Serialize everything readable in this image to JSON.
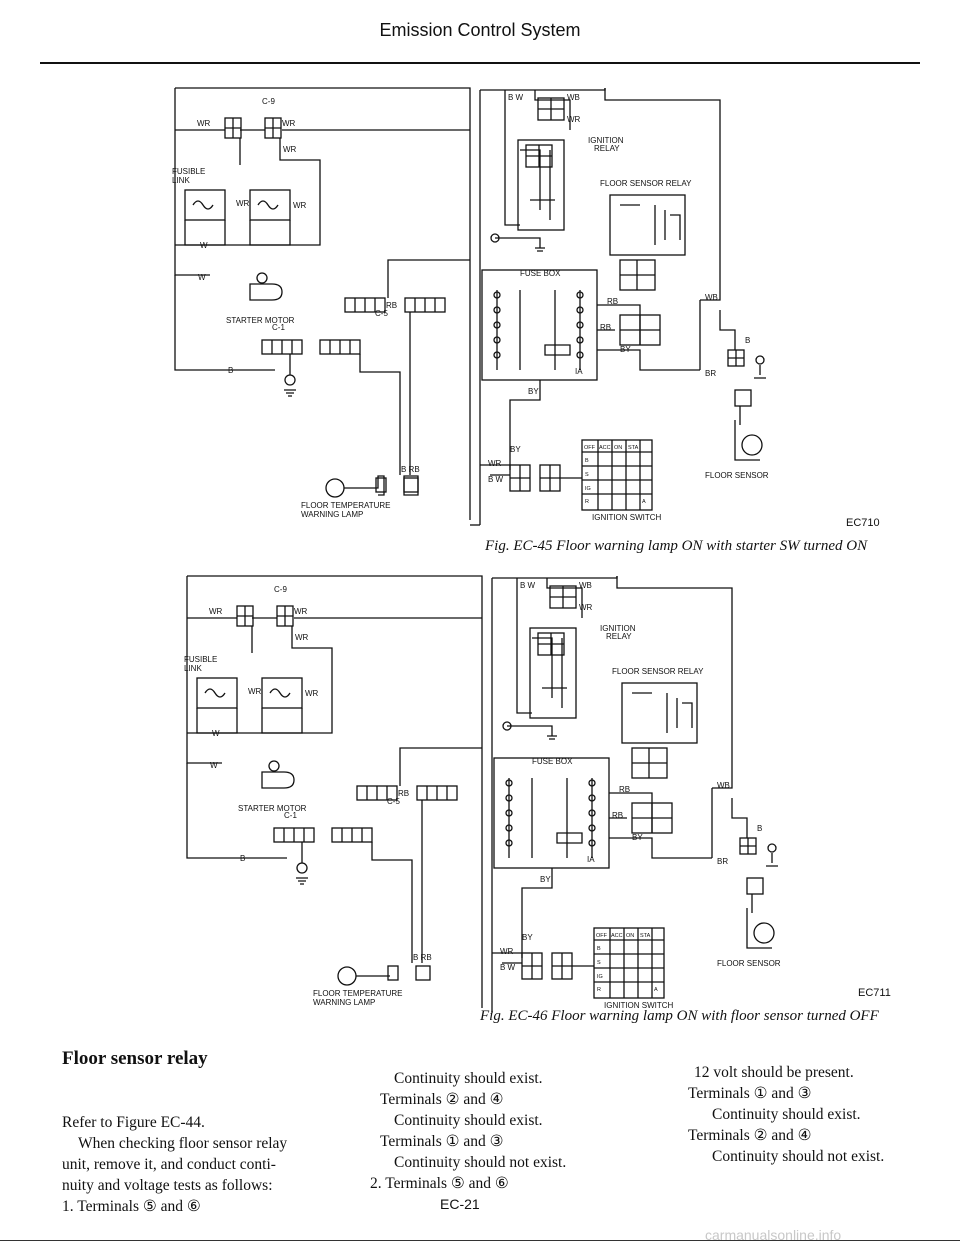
{
  "header": {
    "title": "Emission Control System"
  },
  "diagram1": {
    "labels": {
      "c9": "C-9",
      "wr": "WR",
      "w": "W",
      "b": "B",
      "bw": "B W",
      "wb": "WB",
      "fusible_link": [
        "FUSIBLE",
        "LINK"
      ],
      "starter_motor": "STARTER MOTOR",
      "c1": "C-1",
      "c5": "C-5",
      "rb": "RB",
      "brb": "B RB",
      "floor_temp_lamp": [
        "FLOOR TEMPERATURE",
        "WARNING LAMP"
      ],
      "ignition_relay": [
        "IGNITION",
        "RELAY"
      ],
      "floor_sensor_relay": "FLOOR SENSOR RELAY",
      "fuse_box": "FUSE BOX",
      "ia": "IA",
      "by": "BY",
      "br": "BR",
      "ignition_switch": "IGNITION SWITCH",
      "floor_sensor": "FLOOR SENSOR",
      "sw_header": [
        "OFF",
        "ACC",
        "ON",
        "STA"
      ],
      "sw_rows": [
        "B",
        "S",
        "IG",
        "R",
        "A"
      ]
    },
    "code": "EC710",
    "caption": "Fig. EC-45 Floor warning lamp ON with starter SW turned ON"
  },
  "diagram2": {
    "code": "EC711",
    "caption": "Fig. EC-46 Floor warning lamp ON with floor sensor turned OFF"
  },
  "section": {
    "title": "Floor sensor relay",
    "col1": [
      "Refer to Figure EC-44.",
      "When checking floor sensor relay",
      "unit, remove it, and conduct conti-",
      "nuity and voltage tests as follows:",
      "1. Terminals ⑤ and ⑥"
    ],
    "col2": [
      "Continuity should exist.",
      "Terminals ② and ④",
      "Continuity should exist.",
      "Terminals ① and ③",
      "Continuity should not exist.",
      "2. Terminals ⑤ and ⑥"
    ],
    "col3": [
      "12 volt should be present.",
      "Terminals ① and ③",
      "Continuity should exist.",
      "Terminals ② and ④",
      "Continuity should not exist."
    ]
  },
  "footer": {
    "page": "EC-21",
    "watermark": "carmanualsonline.info"
  }
}
